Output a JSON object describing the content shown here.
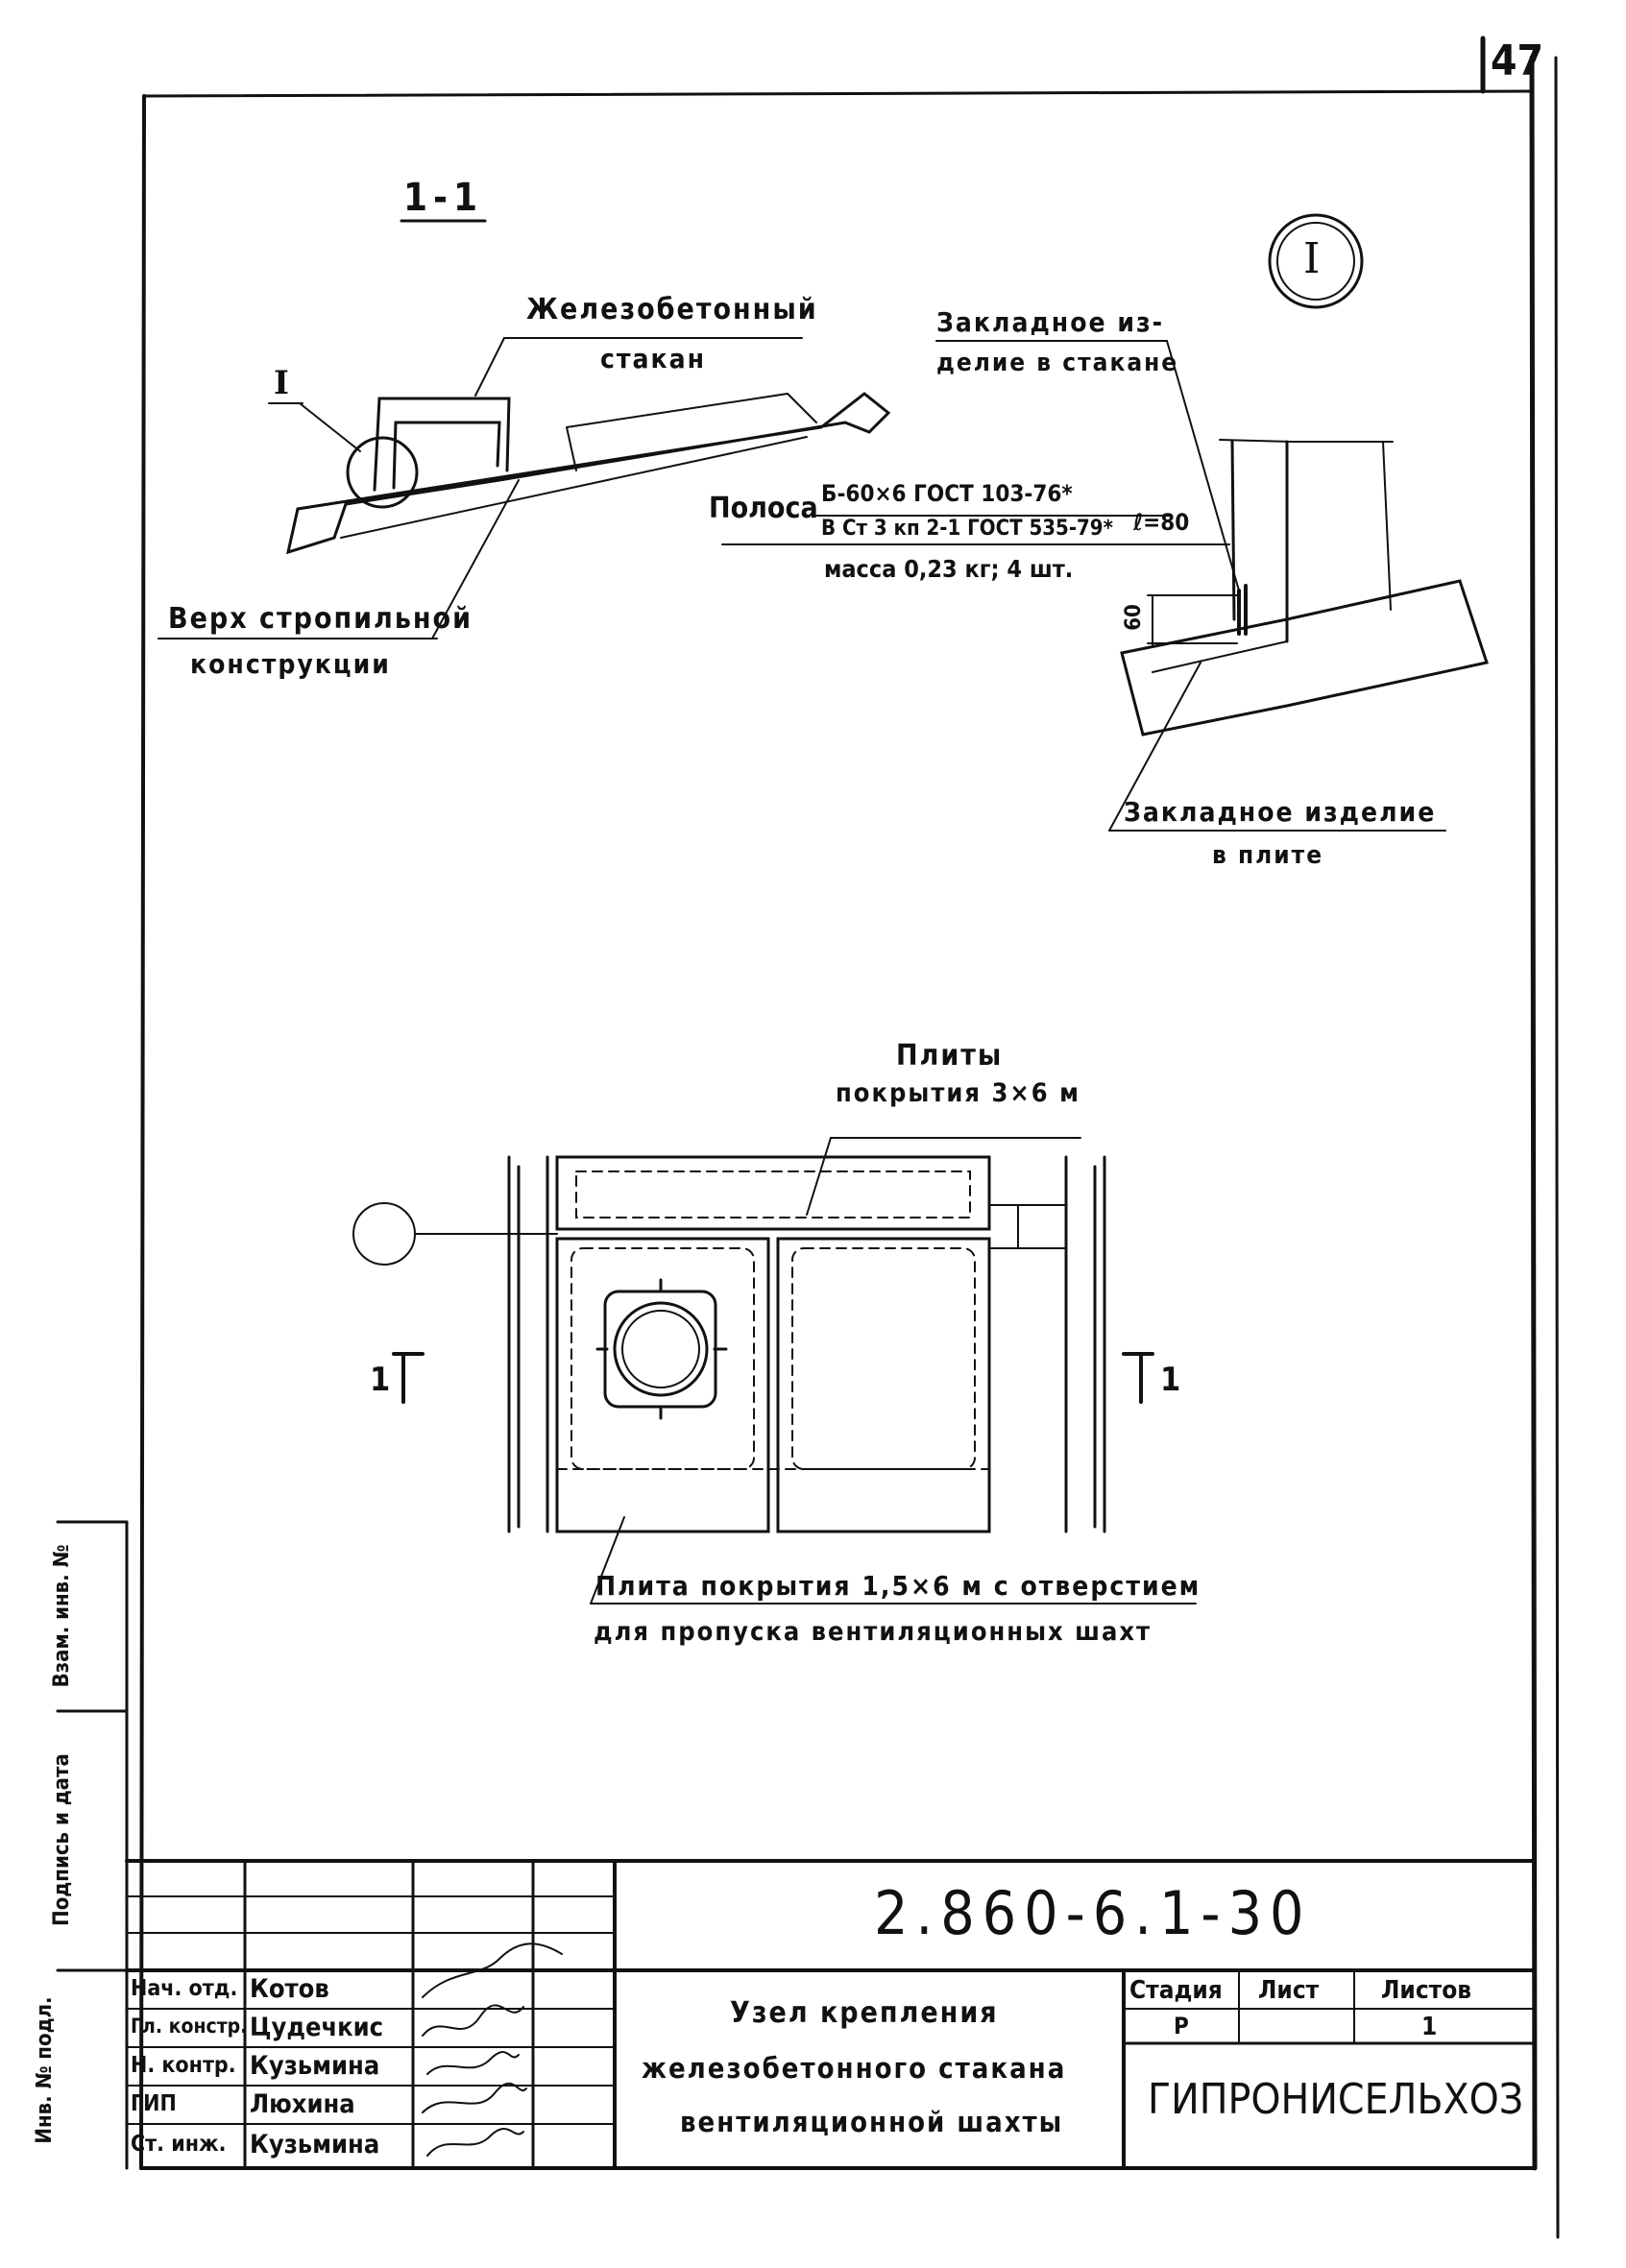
{
  "page_number": "47",
  "section_label": "1-1",
  "callout_node": "I",
  "labels": {
    "glass": [
      "Железобетонный",
      "стакан"
    ],
    "node_marker": "I",
    "rafter_top": [
      "Верх стропильной",
      "конструкции"
    ],
    "embedded_glass": [
      "Закладное из-",
      "делие в стакане"
    ],
    "strip_label": "Полоса",
    "strip_spec_1": "Б-60×6  ГОСТ 103-76*",
    "strip_spec_2": "В Ст 3 кп 2-1  ГОСТ 535-79*",
    "strip_length": "ℓ=80",
    "strip_mass": "масса 0,23 кг;  4 шт.",
    "dim_60": "60",
    "embedded_slab": [
      "Закладное  изделие",
      "в плите"
    ],
    "slabs": [
      "Плиты",
      "покрытия 3×6 м"
    ],
    "cut_left": "1",
    "cut_right": "1",
    "slab_opening": [
      "Плита покрытия 1,5×6 м с отверстием",
      "для пропуска вентиляционных шахт"
    ]
  },
  "side_stamp": {
    "interchange": "Взам. инв. №",
    "signature_date": "Подпись и дата",
    "inventory": "Инв. № подл."
  },
  "title_block": {
    "document_code": "2.860-6.1-30",
    "title": [
      "Узел крепления",
      "железобетонного стакана",
      "вентиляционной шахты"
    ],
    "stage_header": "Стадия",
    "sheet_header": "Лист",
    "sheets_header": "Листов",
    "stage_value": "Р",
    "sheet_value": "",
    "sheets_value": "1",
    "organization": "ГИПРОНИСЕЛЬХОЗ",
    "roles": [
      {
        "role": "Нач. отд.",
        "name": "Котов"
      },
      {
        "role": "Гл. констр.",
        "name": "Цудечкис"
      },
      {
        "role": "Н. контр.",
        "name": "Кузьмина"
      },
      {
        "role": "ГИП",
        "name": "Люхина"
      },
      {
        "role": "Ст. инж.",
        "name": "Кузьмина"
      }
    ]
  },
  "colors": {
    "ink": "#111111",
    "paper": "#ffffff"
  }
}
